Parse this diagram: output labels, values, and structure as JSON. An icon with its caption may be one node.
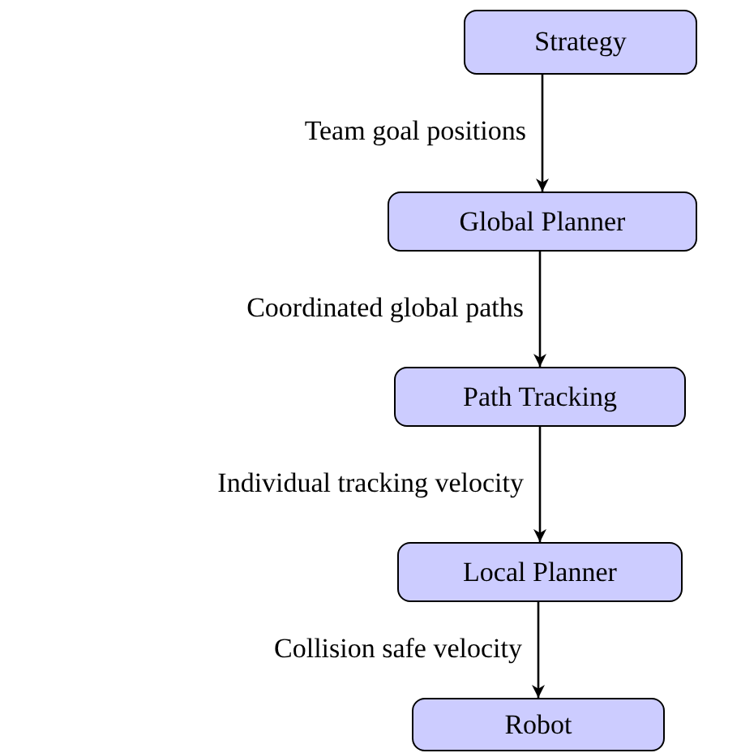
{
  "diagram": {
    "nodes": [
      {
        "text": [
          "Strategy"
        ]
      },
      {
        "text": [
          "Global Planner"
        ]
      },
      {
        "text": [
          "Path Tracking"
        ]
      },
      {
        "text": [
          "Local Planner"
        ]
      },
      {
        "text": [
          "Robot"
        ]
      }
    ],
    "edges": [
      {
        "from": 0,
        "to": 1,
        "arrow": "to",
        "label": "Team goal positions"
      },
      {
        "from": 1,
        "to": 2,
        "arrow": "to",
        "label": "Coordinated global paths"
      },
      {
        "from": 2,
        "to": 3,
        "arrow": "to",
        "label": "Individual tracking velocity"
      },
      {
        "from": 3,
        "to": 4,
        "arrow": "to",
        "label": "Collision safe velocity"
      }
    ]
  }
}
